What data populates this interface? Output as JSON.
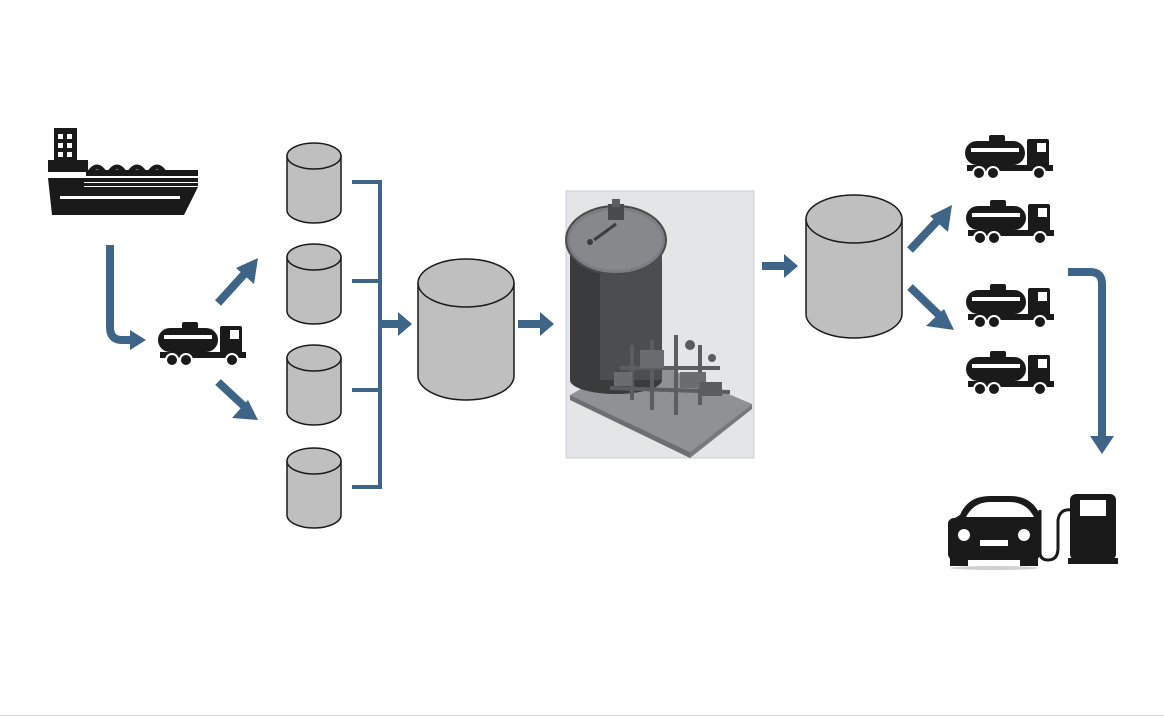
{
  "diagram": {
    "nodes": [
      {
        "id": "ship",
        "icon": "cargo-ship-icon"
      },
      {
        "id": "tanker-truck-in",
        "icon": "tanker-truck-icon"
      },
      {
        "id": "storage-tank-1",
        "icon": "cylinder-tank-icon"
      },
      {
        "id": "storage-tank-2",
        "icon": "cylinder-tank-icon"
      },
      {
        "id": "storage-tank-3",
        "icon": "cylinder-tank-icon"
      },
      {
        "id": "storage-tank-4",
        "icon": "cylinder-tank-icon"
      },
      {
        "id": "collection-tank",
        "icon": "cylinder-tank-icon"
      },
      {
        "id": "processing-plant",
        "icon": "plant-tower-photo"
      },
      {
        "id": "product-tank",
        "icon": "cylinder-tank-icon"
      },
      {
        "id": "tanker-truck-out-1",
        "icon": "tanker-truck-icon"
      },
      {
        "id": "tanker-truck-out-2",
        "icon": "tanker-truck-icon"
      },
      {
        "id": "tanker-truck-out-3",
        "icon": "tanker-truck-icon"
      },
      {
        "id": "tanker-truck-out-4",
        "icon": "tanker-truck-icon"
      },
      {
        "id": "car",
        "icon": "car-icon"
      },
      {
        "id": "fuel-pump",
        "icon": "fuel-pump-icon"
      }
    ],
    "edges": [
      [
        "ship",
        "tanker-truck-in"
      ],
      [
        "tanker-truck-in",
        "storage-tank-1"
      ],
      [
        "tanker-truck-in",
        "storage-tank-4"
      ],
      [
        "storage-tank-1",
        "collection-tank"
      ],
      [
        "storage-tank-2",
        "collection-tank"
      ],
      [
        "storage-tank-3",
        "collection-tank"
      ],
      [
        "storage-tank-4",
        "collection-tank"
      ],
      [
        "collection-tank",
        "processing-plant"
      ],
      [
        "processing-plant",
        "product-tank"
      ],
      [
        "product-tank",
        "tanker-truck-out-2"
      ],
      [
        "product-tank",
        "tanker-truck-out-3"
      ],
      [
        "tanker-truck-out-2",
        "fuel-pump"
      ]
    ]
  },
  "colors": {
    "arrow": "#3e6488",
    "tank_fill": "#bfbfbf",
    "tank_stroke": "#1a1a1a",
    "icon": "#1a1a1a"
  }
}
